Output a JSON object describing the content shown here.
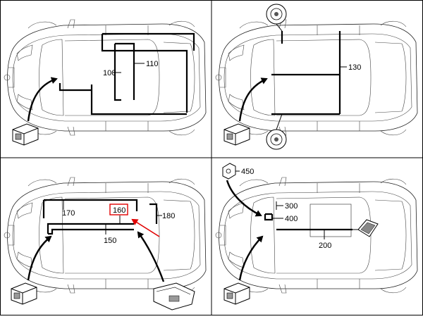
{
  "panels": [
    {
      "id": "top-left",
      "labels": [
        "100",
        "110"
      ]
    },
    {
      "id": "top-right",
      "labels": [
        "130"
      ]
    },
    {
      "id": "bottom-left",
      "labels": [
        "170",
        "160",
        "180",
        "150"
      ],
      "highlighted": "160"
    },
    {
      "id": "bottom-right",
      "labels": [
        "450",
        "300",
        "400",
        "200"
      ]
    }
  ],
  "colors": {
    "highlight": "#e00000",
    "line": "#000000",
    "background": "#ffffff"
  }
}
